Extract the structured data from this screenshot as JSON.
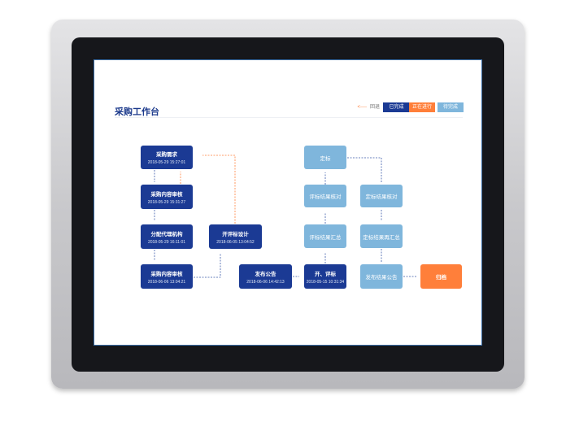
{
  "title": "采购工作台",
  "legend": {
    "back": "回退",
    "done": "已完成",
    "doing": "正在进行",
    "todo": "待完成"
  },
  "nodes": [
    {
      "label": "采购需求",
      "time": "2018-05-29 15:27:01",
      "status": "done"
    },
    {
      "label": "采购内容审核",
      "time": "2018-05-29 15:31:27",
      "status": "done"
    },
    {
      "label": "分配代理机构",
      "time": "2018-05-29 16:11:01",
      "status": "done"
    },
    {
      "label": "采购内容审核",
      "time": "2018-06-06 13:04:21",
      "status": "done"
    },
    {
      "label": "开评标设计",
      "time": "2018-06-05 13:04:52",
      "status": "done"
    },
    {
      "label": "发布公告",
      "time": "2018-06-06 14:42:13",
      "status": "done"
    },
    {
      "label": "开、评标",
      "time": "2018-05-15 10:31:34",
      "status": "done"
    },
    {
      "label": "评标结果汇总",
      "status": "todo"
    },
    {
      "label": "评标结果核对",
      "status": "todo"
    },
    {
      "label": "定标",
      "status": "todo"
    },
    {
      "label": "定标结果核对",
      "status": "todo"
    },
    {
      "label": "定标结果再汇总",
      "status": "todo"
    },
    {
      "label": "发布结果公告",
      "status": "todo"
    },
    {
      "label": "归档",
      "status": "in-progress"
    }
  ],
  "colors": {
    "done": "#1b3a94",
    "in_progress": "#ff7f3a",
    "todo": "#7fb6dc"
  }
}
